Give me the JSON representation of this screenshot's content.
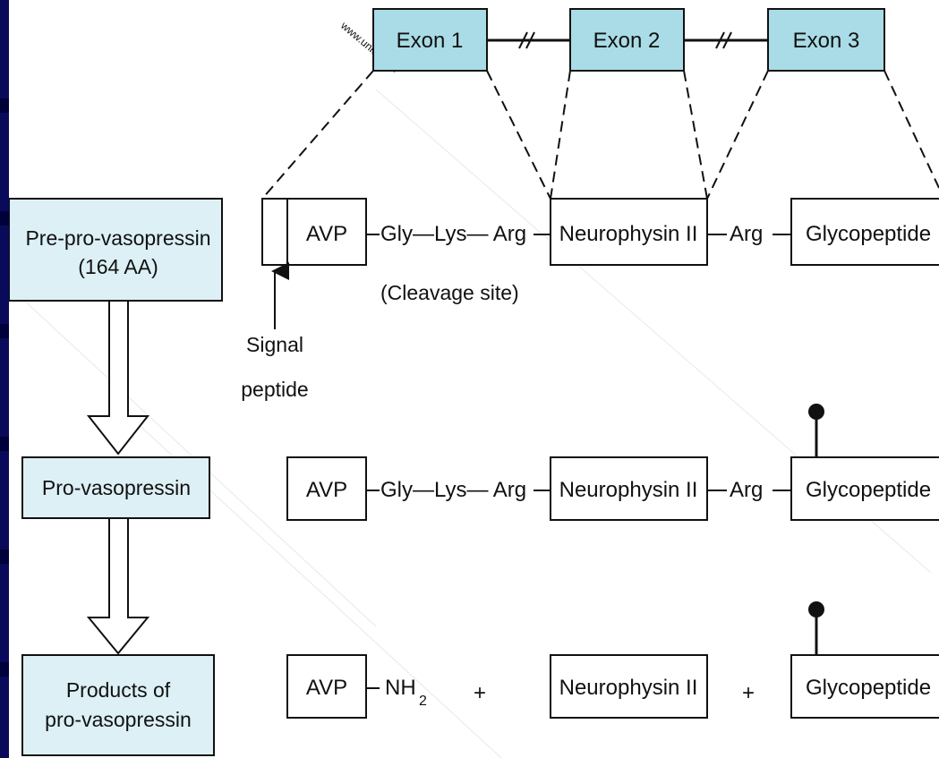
{
  "exons": [
    "Exon 1",
    "Exon 2",
    "Exon 3"
  ],
  "stages": {
    "preprovasopressin_line1": "Pre-pro-vasopressin",
    "preprovasopressin_line2": "(164 AA)",
    "provasopressin": "Pro-vasopressin",
    "products_line1": "Products of",
    "products_line2": "pro-vasopressin"
  },
  "segments": {
    "avp": "AVP",
    "linker": "Gly—Lys— Arg",
    "neurophysin": "Neurophysin II",
    "arg": "Arg",
    "glycopeptide": "Glycopeptide",
    "nh2_base": "NH",
    "nh2_sub": "2",
    "plus": "+"
  },
  "annotations": {
    "cleavage": "(Cleavage site)",
    "signal_line1": "Signal",
    "signal_line2": "peptide",
    "watermark": "www.unidocs.it"
  },
  "colors": {
    "exon_fill": "#a9dce6",
    "stage_fill": "#dcf0f5",
    "slide_background": "#0a0a5a"
  }
}
